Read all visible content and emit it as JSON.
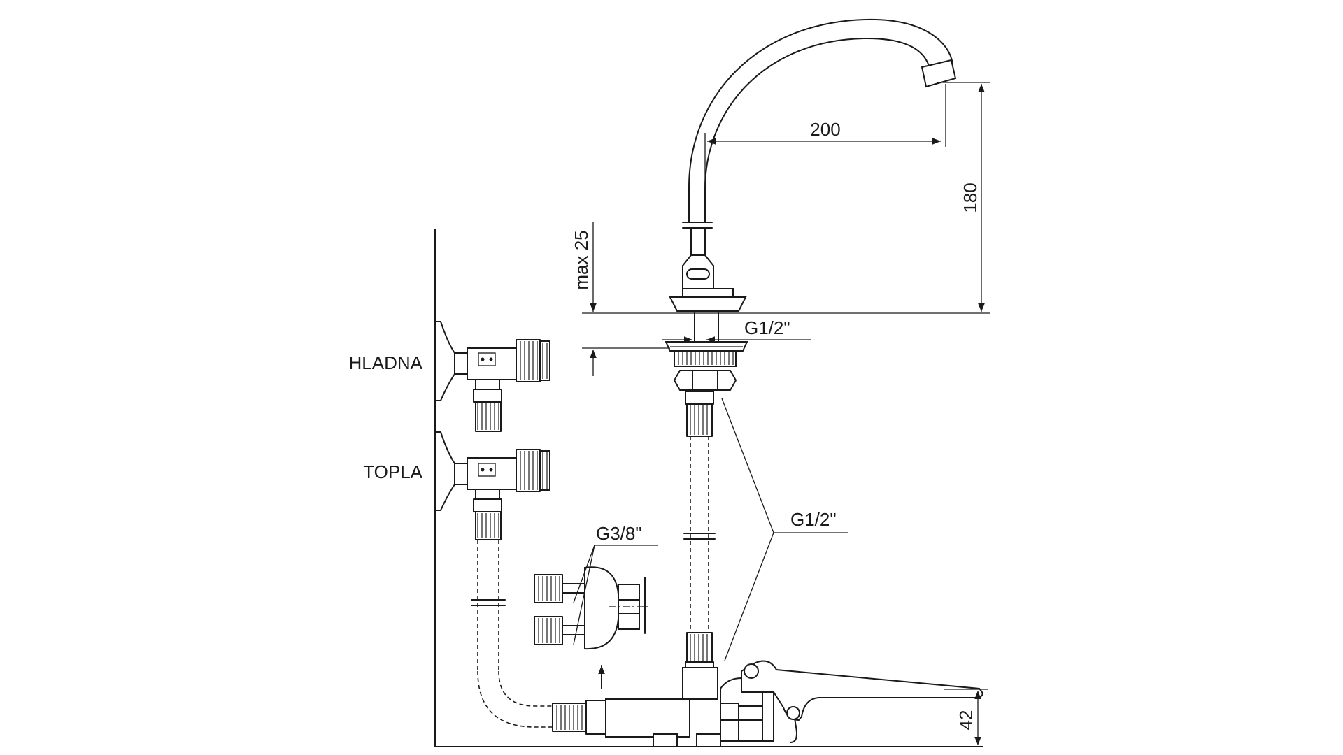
{
  "labels": {
    "cold": "HLADNA",
    "hot": "TOPLA",
    "inlet_thread": "G3/8\"",
    "hose_thread": "G1/2\"",
    "mount_thread": "G1/2\""
  },
  "dimensions": {
    "spout_reach": "200",
    "spout_height": "180",
    "max_thickness": "max 25",
    "pedal_height": "42"
  },
  "colors": {
    "line": "#1a1a1a",
    "background": "#ffffff"
  }
}
